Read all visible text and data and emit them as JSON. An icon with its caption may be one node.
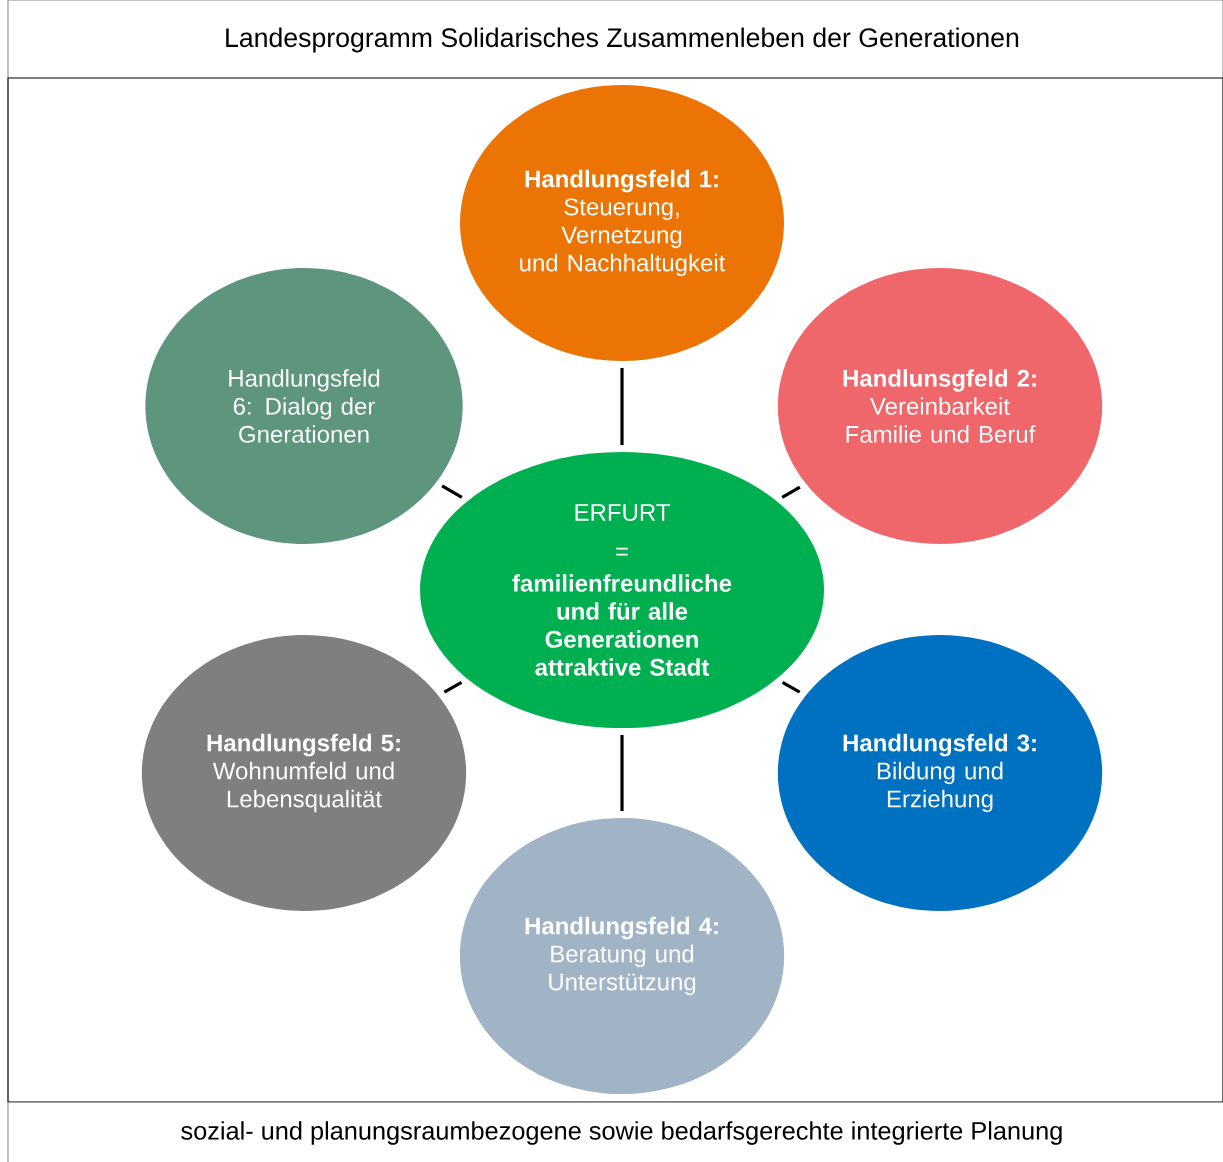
{
  "diagram": {
    "title": "Landesprogramm Solidarisches Zusammenleben der Generationen",
    "caption": "sozial- und planungsraumbezogene sowie bedarfsgerechte integrierte Planung",
    "nodes": [
      {
        "text": [
          "ERFURT",
          "=",
          "familienfreundliche und für alle Generationen attraktive Stadt"
        ]
      },
      {
        "text": [
          "Handlungsfeld 1:",
          "Steuerung, Vernetzung und Nachhaltugkeit"
        ]
      },
      {
        "text": [
          "Handlunsgfeld 2:",
          "Vereinbarkeit Familie und Beruf"
        ]
      },
      {
        "text": [
          "Handlungsfeld 3:",
          "Bildung und Erziehung"
        ]
      },
      {
        "text": [
          "Handlungsfeld 4:",
          "Beratung und Unterstützung"
        ]
      },
      {
        "text": [
          "Handlungsfeld 5:",
          "Wohnumfeld und Lebensqualität"
        ]
      },
      {
        "text": [
          "Handlungsfeld 6: Dialog der Gnerationen"
        ]
      }
    ],
    "edges": [
      {
        "from": 0,
        "to": 1,
        "arrow": "none"
      },
      {
        "from": 0,
        "to": 2,
        "arrow": "none"
      },
      {
        "from": 0,
        "to": 3,
        "arrow": "none"
      },
      {
        "from": 0,
        "to": 4,
        "arrow": "none"
      },
      {
        "from": 0,
        "to": 5,
        "arrow": "none"
      },
      {
        "from": 0,
        "to": 6,
        "arrow": "none"
      }
    ]
  }
}
